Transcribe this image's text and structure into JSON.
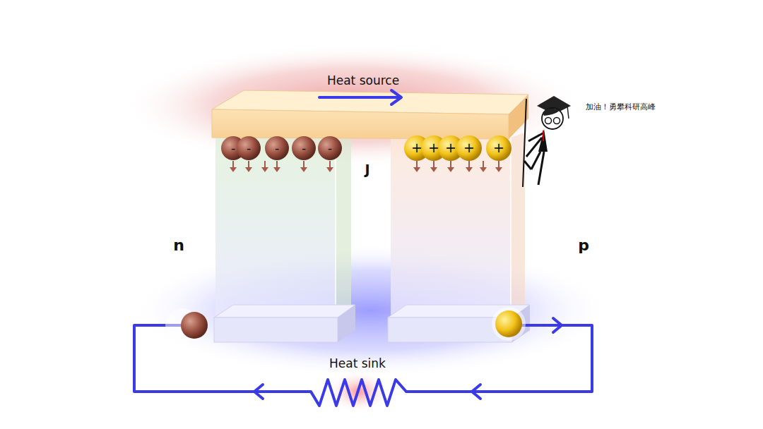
{
  "diagram": {
    "labels": [
      "Heat source",
      "加油！勇攀科研高峰",
      "-",
      "-",
      "-",
      "-",
      "-",
      "+",
      "+",
      "+",
      "+",
      "+",
      "J",
      "n",
      "p",
      "Heat sink"
    ]
  }
}
